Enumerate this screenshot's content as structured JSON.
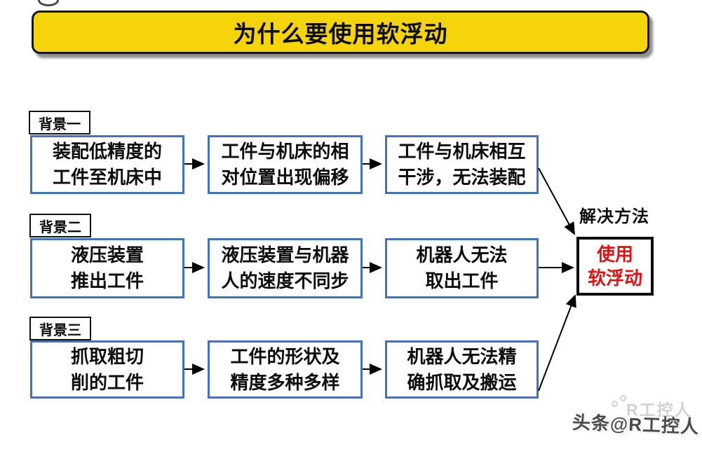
{
  "title": {
    "text": "为什么要使用软浮动",
    "bg_color": "#F5D40B",
    "border_color": "#161616"
  },
  "rows": [
    {
      "label": "背景一",
      "boxes": [
        {
          "lines": [
            "装配低精度的",
            "工件至机床中"
          ]
        },
        {
          "lines": [
            "工件与机床的相",
            "对位置出现偏移"
          ]
        },
        {
          "lines": [
            "工件与机床相互",
            "干涉，无法装配"
          ]
        }
      ]
    },
    {
      "label": "背景二",
      "boxes": [
        {
          "lines": [
            "液压装置",
            "推出工件"
          ]
        },
        {
          "lines": [
            "液压装置与机器",
            "人的速度不同步"
          ]
        },
        {
          "lines": [
            "机器人无法",
            "取出工件"
          ]
        }
      ]
    },
    {
      "label": "背景三",
      "boxes": [
        {
          "lines": [
            "抓取粗切",
            "削的工件"
          ]
        },
        {
          "lines": [
            "工件的形状及",
            "精度多种多样"
          ]
        },
        {
          "lines": [
            "机器人无法精",
            "确抓取及搬运"
          ]
        }
      ]
    }
  ],
  "solution": {
    "label": "解决方法",
    "lines": [
      "使用",
      "软浮动"
    ],
    "text_color": "#DE1414",
    "border_color": "#0c0c0c"
  },
  "flow_box_border_color": "#4472B8",
  "watermark": {
    "main": "头条@R工控人",
    "ghost": "R工控人"
  }
}
